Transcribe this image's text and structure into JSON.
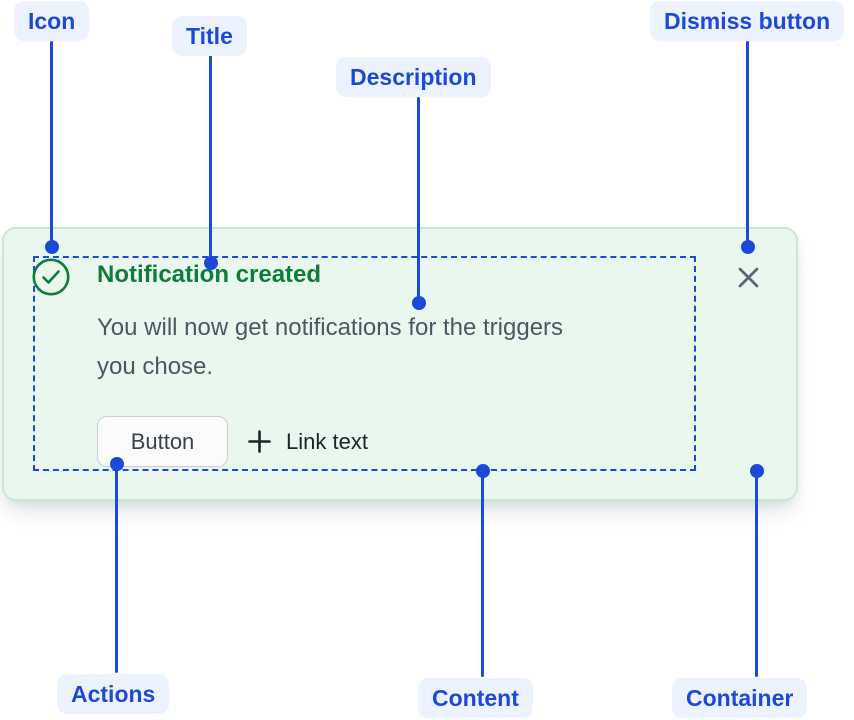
{
  "colors": {
    "accent_blue": "#1d49d8",
    "label_bg": "#ecf2fe",
    "success_green": "#0e7c3c",
    "card_bg": "#e9f7ef",
    "card_border": "#c6e9d3",
    "desc_gray": "#4d5763",
    "dark_text": "#1e242b",
    "close_gray": "#5a6472"
  },
  "annotations": {
    "icon": "Icon",
    "title": "Title",
    "description": "Description",
    "dismiss_button": "Dismiss button",
    "actions": "Actions",
    "content": "Content",
    "container": "Container"
  },
  "flag": {
    "icon": "success-check-icon",
    "title": "Notification created",
    "description": "You will now get notifications for the triggers you chose.",
    "actions": {
      "button_label": "Button",
      "link_icon": "plus-icon",
      "link_label": "Link text"
    },
    "dismiss_icon": "close-icon"
  }
}
